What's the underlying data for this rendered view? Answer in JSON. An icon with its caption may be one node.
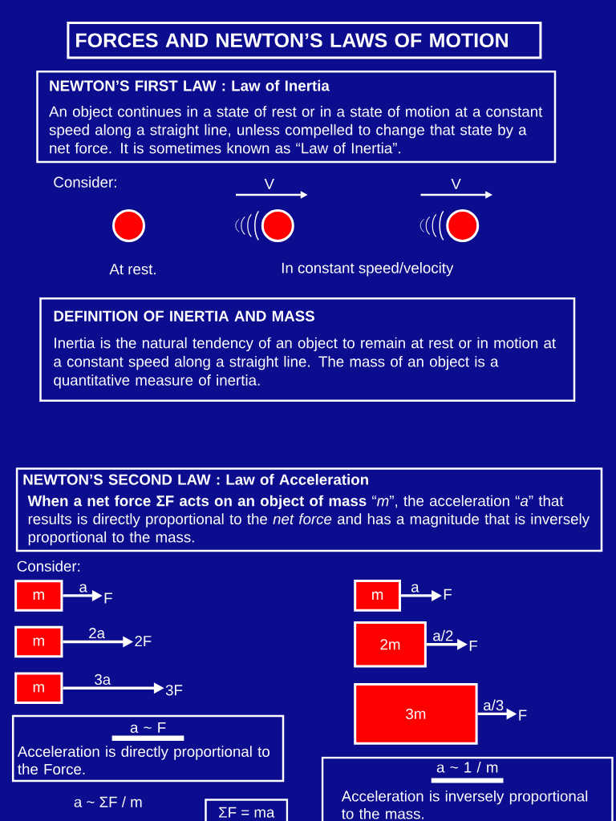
{
  "diagram": {
    "title": "FORCES AND NEWTON’S LAWS OF MOTION",
    "nodes": [
      {
        "text": [
          "NEWTON’S FIRST LAW : Law of Inertia",
          "An object continues in a state of rest or in a state of motion at a constant speed along a straight line, unless compelled to change that state by a net force. It is sometimes known as “Law of Inertia”."
        ]
      },
      {
        "text": [],
        "shape": "circle",
        "beside": [
          "At rest."
        ]
      },
      {
        "text": [],
        "shape": "circle"
      },
      {
        "text": [],
        "shape": "circle"
      },
      {
        "text": [
          "DEFINITION OF INERTIA AND MASS",
          "Inertia is the natural tendency of an object to remain at rest or in motion at a constant speed along a straight line. The mass of an object is a quantitative measure of inertia."
        ]
      },
      {
        "text": [
          "NEWTON’S SECOND LAW : Law of Acceleration",
          "**When a net force ΣF acts on an object of mass** “*m*”, the acceleration “*a*” that results is directly proportional to the *net force* and has a magnitude that is inversely proportional to the mass."
        ]
      },
      {
        "text": [
          "m"
        ]
      },
      {
        "text": [
          "F"
        ]
      },
      {
        "text": [
          "m"
        ]
      },
      {
        "text": [
          "F"
        ]
      },
      {
        "text": [
          "m"
        ]
      },
      {
        "text": [
          "2F"
        ]
      },
      {
        "text": [
          "2m"
        ]
      },
      {
        "text": [
          "F"
        ]
      },
      {
        "text": [
          "m"
        ]
      },
      {
        "text": [
          "3F"
        ]
      },
      {
        "text": [
          "3m"
        ]
      },
      {
        "text": [
          "F"
        ]
      },
      {
        "text": [
          "a ~ F",
          "Acceleration is directly proportional to the Force."
        ]
      },
      {
        "text": [
          "a ~ 1 / m",
          "Acceleration is inversely proportional to the mass."
        ]
      },
      {
        "text": [
          "ΣF = ma"
        ]
      }
    ],
    "edges": [
      {
        "from": 6,
        "to": 7,
        "arrow": "to",
        "label": "a"
      },
      {
        "from": 8,
        "to": 9,
        "arrow": "to",
        "label": "a"
      },
      {
        "from": 10,
        "to": 11,
        "arrow": "to",
        "label": "2a"
      },
      {
        "from": 12,
        "to": 13,
        "arrow": "to",
        "label": "a/2"
      },
      {
        "from": 14,
        "to": 15,
        "arrow": "to",
        "label": "3a"
      },
      {
        "from": 16,
        "to": 17,
        "arrow": "to",
        "label": "a/3"
      }
    ],
    "labels": [
      "Consider:",
      "V",
      "V",
      "In constant speed/velocity",
      "Consider:",
      "a ~ ΣF / m"
    ]
  }
}
